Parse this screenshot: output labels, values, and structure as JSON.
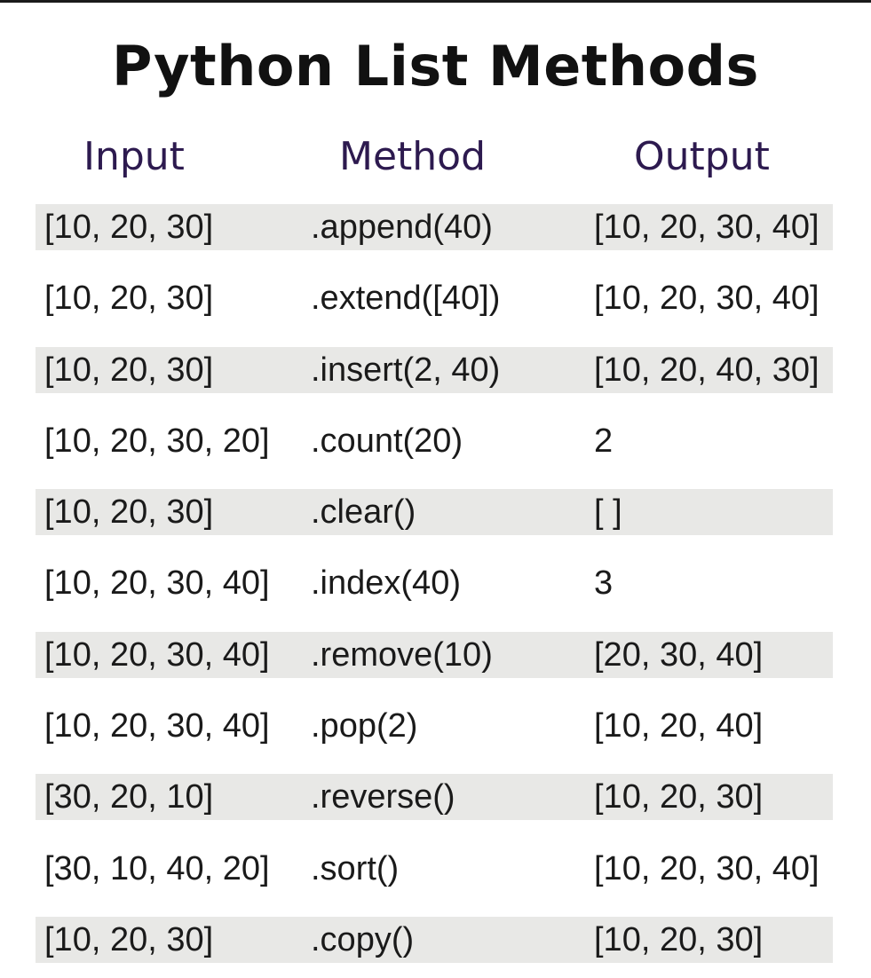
{
  "title": "Python List Methods",
  "headers": {
    "input": "Input",
    "method": "Method",
    "output": "Output"
  },
  "colors": {
    "header_text": "#2d1a4f",
    "shaded_row": "#e8e8e6",
    "text": "#1a1a1a"
  },
  "rows": [
    {
      "input": "[10, 20, 30]",
      "method": ".append(40)",
      "output": "[10, 20, 30, 40]",
      "shaded": true
    },
    {
      "input": "[10, 20, 30]",
      "method": ".extend([40])",
      "output": "[10, 20, 30, 40]",
      "shaded": false
    },
    {
      "input": "[10, 20, 30]",
      "method": ".insert(2, 40)",
      "output": "[10, 20, 40, 30]",
      "shaded": true
    },
    {
      "input": "[10, 20, 30, 20]",
      "method": ".count(20)",
      "output": "2",
      "shaded": false
    },
    {
      "input": "[10, 20, 30]",
      "method": ".clear()",
      "output": "[ ]",
      "shaded": true
    },
    {
      "input": "[10, 20, 30, 40]",
      "method": ".index(40)",
      "output": "3",
      "shaded": false
    },
    {
      "input": "[10, 20, 30, 40]",
      "method": ".remove(10)",
      "output": "[20, 30, 40]",
      "shaded": true
    },
    {
      "input": "[10, 20, 30, 40]",
      "method": ".pop(2)",
      "output": "[10, 20, 40]",
      "shaded": false
    },
    {
      "input": "[30, 20, 10]",
      "method": ".reverse()",
      "output": "[10, 20, 30]",
      "shaded": true
    },
    {
      "input": "[30, 10, 40, 20]",
      "method": ".sort()",
      "output": "[10, 20, 30, 40]",
      "shaded": false
    },
    {
      "input": "[10, 20, 30]",
      "method": ".copy()",
      "output": "[10, 20, 30]",
      "shaded": true
    }
  ]
}
